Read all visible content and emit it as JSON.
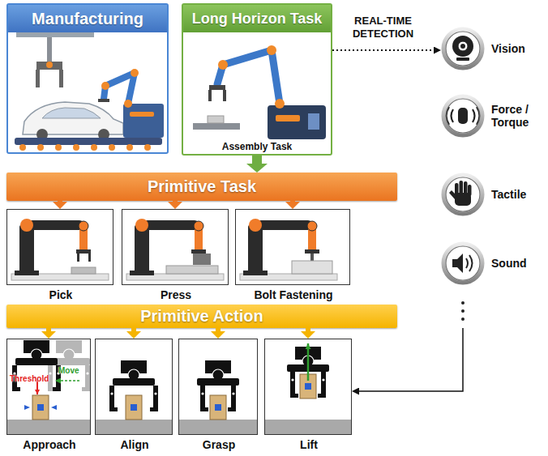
{
  "diagram": {
    "nodes": [
      {
        "text": [
          "Manufacturing"
        ]
      },
      {
        "text": [
          "Long Horizon Task",
          "Assembly Task"
        ]
      },
      {
        "text": [
          "Primitive Task"
        ]
      },
      {
        "text": [
          "Pick"
        ]
      },
      {
        "text": [
          "Press"
        ]
      },
      {
        "text": [
          "Bolt Fastening"
        ]
      },
      {
        "text": [
          "Primitive Action"
        ]
      },
      {
        "text": [
          "Approach"
        ]
      },
      {
        "text": [
          "Align"
        ]
      },
      {
        "text": [
          "Grasp"
        ]
      },
      {
        "text": [
          "Lift"
        ]
      },
      {
        "text": [
          "Vision"
        ]
      },
      {
        "text": [
          "Force / Torque"
        ]
      },
      {
        "text": [
          "Tactile"
        ]
      },
      {
        "text": [
          "Sound"
        ]
      }
    ],
    "edges": [
      {
        "from": 1,
        "to": 2,
        "arrow": "to"
      },
      {
        "from": 2,
        "to": 3,
        "arrow": "to"
      },
      {
        "from": 2,
        "to": 4,
        "arrow": "to"
      },
      {
        "from": 2,
        "to": 5,
        "arrow": "to"
      },
      {
        "from": 6,
        "to": 7,
        "arrow": "to"
      },
      {
        "from": 6,
        "to": 8,
        "arrow": "to"
      },
      {
        "from": 6,
        "to": 9,
        "arrow": "to"
      },
      {
        "from": 6,
        "to": 10,
        "arrow": "to"
      },
      {
        "from": 1,
        "to": 11,
        "label": "REAL-TIME DETECTION",
        "arrow": "to"
      },
      {
        "from": 14,
        "to": 10,
        "arrow": "to"
      }
    ],
    "labels": [
      "Threshold",
      "Move"
    ]
  }
}
